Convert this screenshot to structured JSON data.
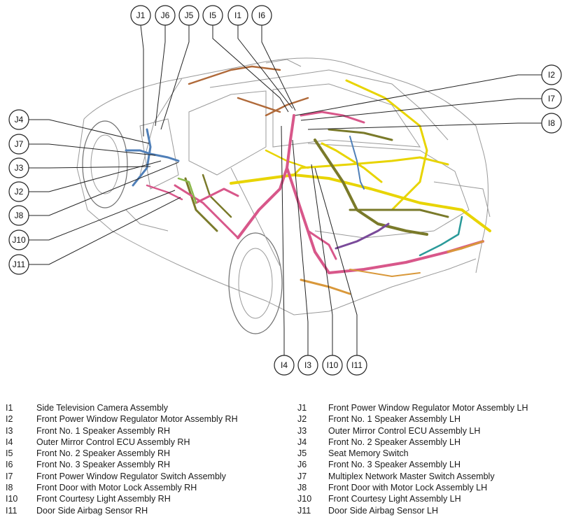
{
  "callouts": {
    "J1": "J1",
    "J6": "J6",
    "J5": "J5",
    "I5": "I5",
    "I1": "I1",
    "I6": "I6",
    "I2": "I2",
    "I7": "I7",
    "I8": "I8",
    "J4": "J4",
    "J7": "J7",
    "J3": "J3",
    "J2": "J2",
    "J8": "J8",
    "J10": "J10",
    "J11": "J11",
    "I4": "I4",
    "I3": "I3",
    "I10": "I10",
    "I11": "I11"
  },
  "legend_left": [
    {
      "code": "I1",
      "name": "Side Television Camera Assembly"
    },
    {
      "code": "I2",
      "name": "Front Power Window Regulator Motor Assembly RH"
    },
    {
      "code": "I3",
      "name": "Front No. 1 Speaker Assembly RH"
    },
    {
      "code": "I4",
      "name": "Outer Mirror Control ECU Assembly RH"
    },
    {
      "code": "I5",
      "name": "Front No. 2 Speaker Assembly RH"
    },
    {
      "code": "I6",
      "name": "Front No. 3 Speaker Assembly RH"
    },
    {
      "code": "I7",
      "name": "Front Power Window Regulator Switch Assembly"
    },
    {
      "code": "I8",
      "name": "Front Door with Motor Lock Assembly RH"
    },
    {
      "code": "I10",
      "name": "Front Courtesy Light Assembly RH"
    },
    {
      "code": "I11",
      "name": "Door Side Airbag Sensor RH"
    }
  ],
  "legend_right": [
    {
      "code": "J1",
      "name": "Front Power Window Regulator Motor Assembly LH"
    },
    {
      "code": "J2",
      "name": "Front No. 1 Speaker Assembly LH"
    },
    {
      "code": "J3",
      "name": "Outer Mirror Control ECU Assembly LH"
    },
    {
      "code": "J4",
      "name": "Front No. 2 Speaker Assembly LH"
    },
    {
      "code": "J5",
      "name": "Seat Memory Switch"
    },
    {
      "code": "J6",
      "name": "Front No. 3 Speaker Assembly LH"
    },
    {
      "code": "J7",
      "name": "Multiplex Network Master Switch Assembly"
    },
    {
      "code": "J8",
      "name": "Front Door with Motor Lock Assembly LH"
    },
    {
      "code": "J10",
      "name": "Front Courtesy Light Assembly LH"
    },
    {
      "code": "J11",
      "name": "Door Side Airbag Sensor LH"
    }
  ],
  "colors": {
    "harness_yellow": "#e8d400",
    "harness_pink": "#d8578a",
    "harness_olive": "#7a7a2a",
    "harness_blue": "#4f7fb8",
    "harness_orange": "#d9983a",
    "harness_brown": "#b06a3a",
    "harness_teal": "#2a9a9a",
    "harness_purple": "#7a4a9a",
    "harness_green": "#8ab84a"
  }
}
